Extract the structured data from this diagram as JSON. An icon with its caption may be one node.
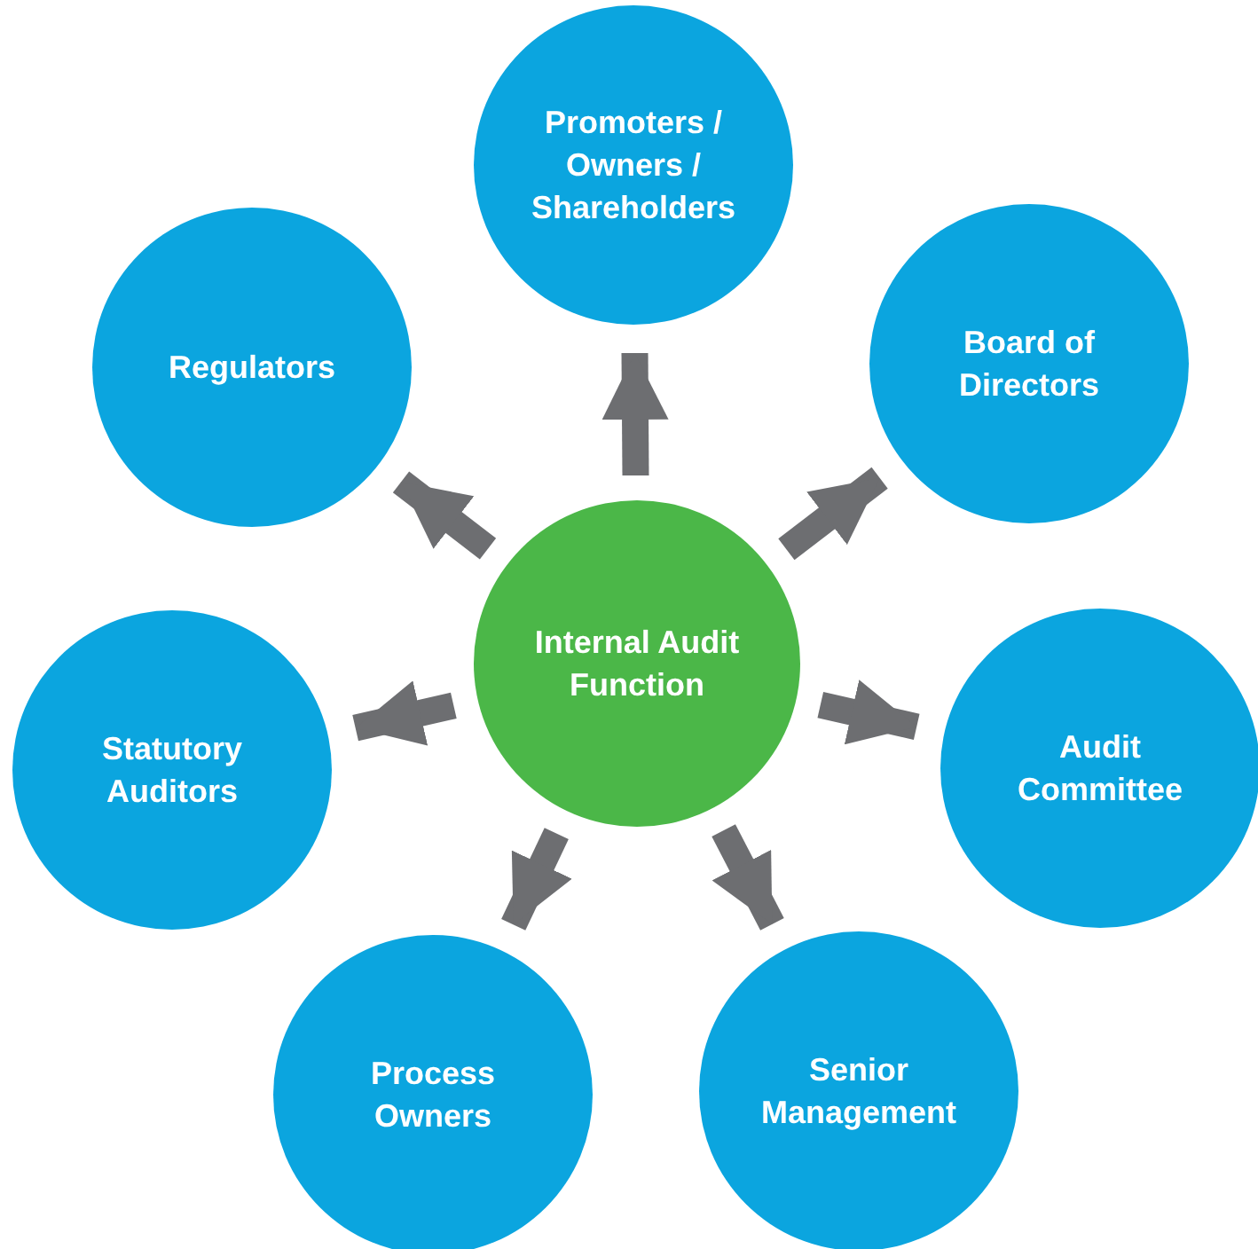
{
  "diagram": {
    "nodes": [
      {
        "text": [
          "Internal Audit Function"
        ]
      },
      {
        "text": [
          "Promoters / Owners / Shareholders"
        ]
      },
      {
        "text": [
          "Board of Directors"
        ]
      },
      {
        "text": [
          "Audit Committee"
        ]
      },
      {
        "text": [
          "Senior Management"
        ]
      },
      {
        "text": [
          "Process Owners"
        ]
      },
      {
        "text": [
          "Statutory Auditors"
        ]
      },
      {
        "text": [
          "Regulators"
        ]
      }
    ],
    "edges": [
      {
        "from": 0,
        "to": 1,
        "arrow": "to"
      },
      {
        "from": 0,
        "to": 2,
        "arrow": "to"
      },
      {
        "from": 0,
        "to": 3,
        "arrow": "to"
      },
      {
        "from": 0,
        "to": 4,
        "arrow": "to"
      },
      {
        "from": 0,
        "to": 5,
        "arrow": "to"
      },
      {
        "from": 0,
        "to": 6,
        "arrow": "to"
      },
      {
        "from": 0,
        "to": 7,
        "arrow": "to"
      }
    ]
  }
}
